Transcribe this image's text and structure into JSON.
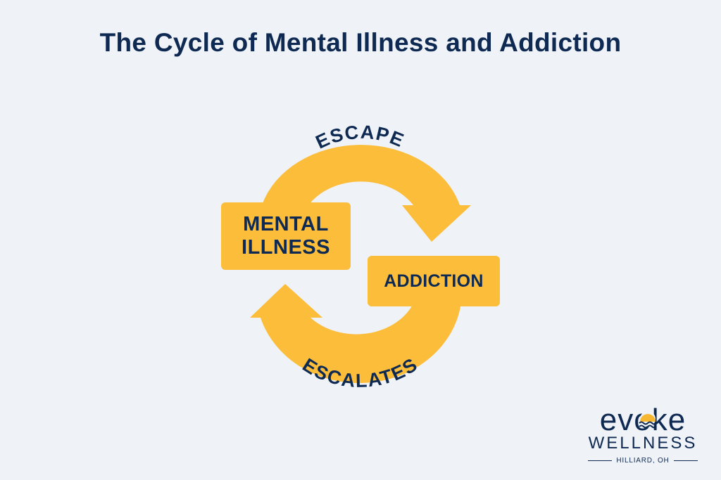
{
  "title": "The Cycle of Mental Illness and Addiction",
  "nodes": {
    "mental_illness": [
      "MENTAL",
      "ILLNESS"
    ],
    "addiction": "ADDICTION"
  },
  "arrows": {
    "top": "ESCAPE",
    "bottom": "ESCALATES"
  },
  "logo": {
    "wordmark": "evoke",
    "subtitle": "WELLNESS",
    "location": "HILLIARD, OH"
  },
  "colors": {
    "background": "#eff2f7",
    "accent": "#fbbd3a",
    "text": "#0f2a52",
    "logo_sun": "#f7b731"
  }
}
